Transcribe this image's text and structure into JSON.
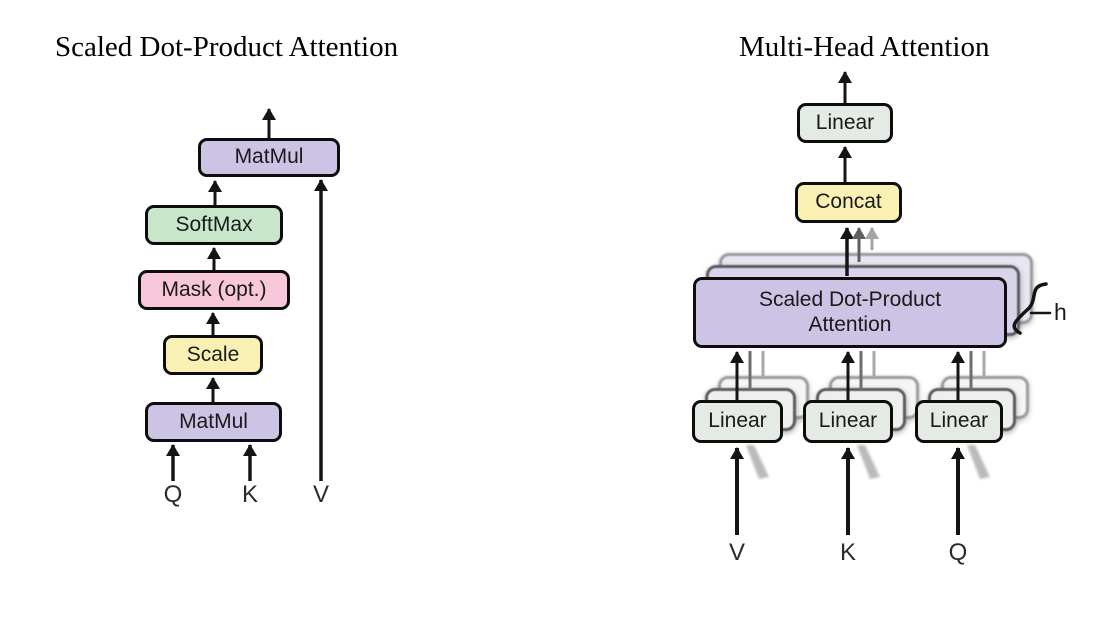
{
  "left": {
    "title": "Scaled Dot-Product Attention",
    "boxes": {
      "matmul_top": "MatMul",
      "softmax": "SoftMax",
      "mask": "Mask (opt.)",
      "scale": "Scale",
      "matmul_bottom": "MatMul"
    },
    "inputs": {
      "q": "Q",
      "k": "K",
      "v": "V"
    }
  },
  "right": {
    "title": "Multi-Head Attention",
    "boxes": {
      "linear_top": "Linear",
      "concat": "Concat",
      "sdpa_line1": "Scaled Dot-Product",
      "sdpa_line2": "Attention",
      "linear_v": "Linear",
      "linear_k": "Linear",
      "linear_q": "Linear"
    },
    "head_label": "h",
    "inputs": {
      "v": "V",
      "k": "K",
      "q": "Q"
    }
  },
  "colors": {
    "purple": "#ccc3e5",
    "green": "#c8e6c9",
    "pink": "#f8c8da",
    "yellow": "#f9f1b4",
    "linear_gray": "#e4eae4",
    "sdpa_ghost_mid": "#d9d4ea",
    "sdpa_ghost_back": "#e9e6f3",
    "linear_ghost_mid": "#edf0ed",
    "linear_ghost_back": "#f4f6f4",
    "border": "#0d0d0d"
  }
}
